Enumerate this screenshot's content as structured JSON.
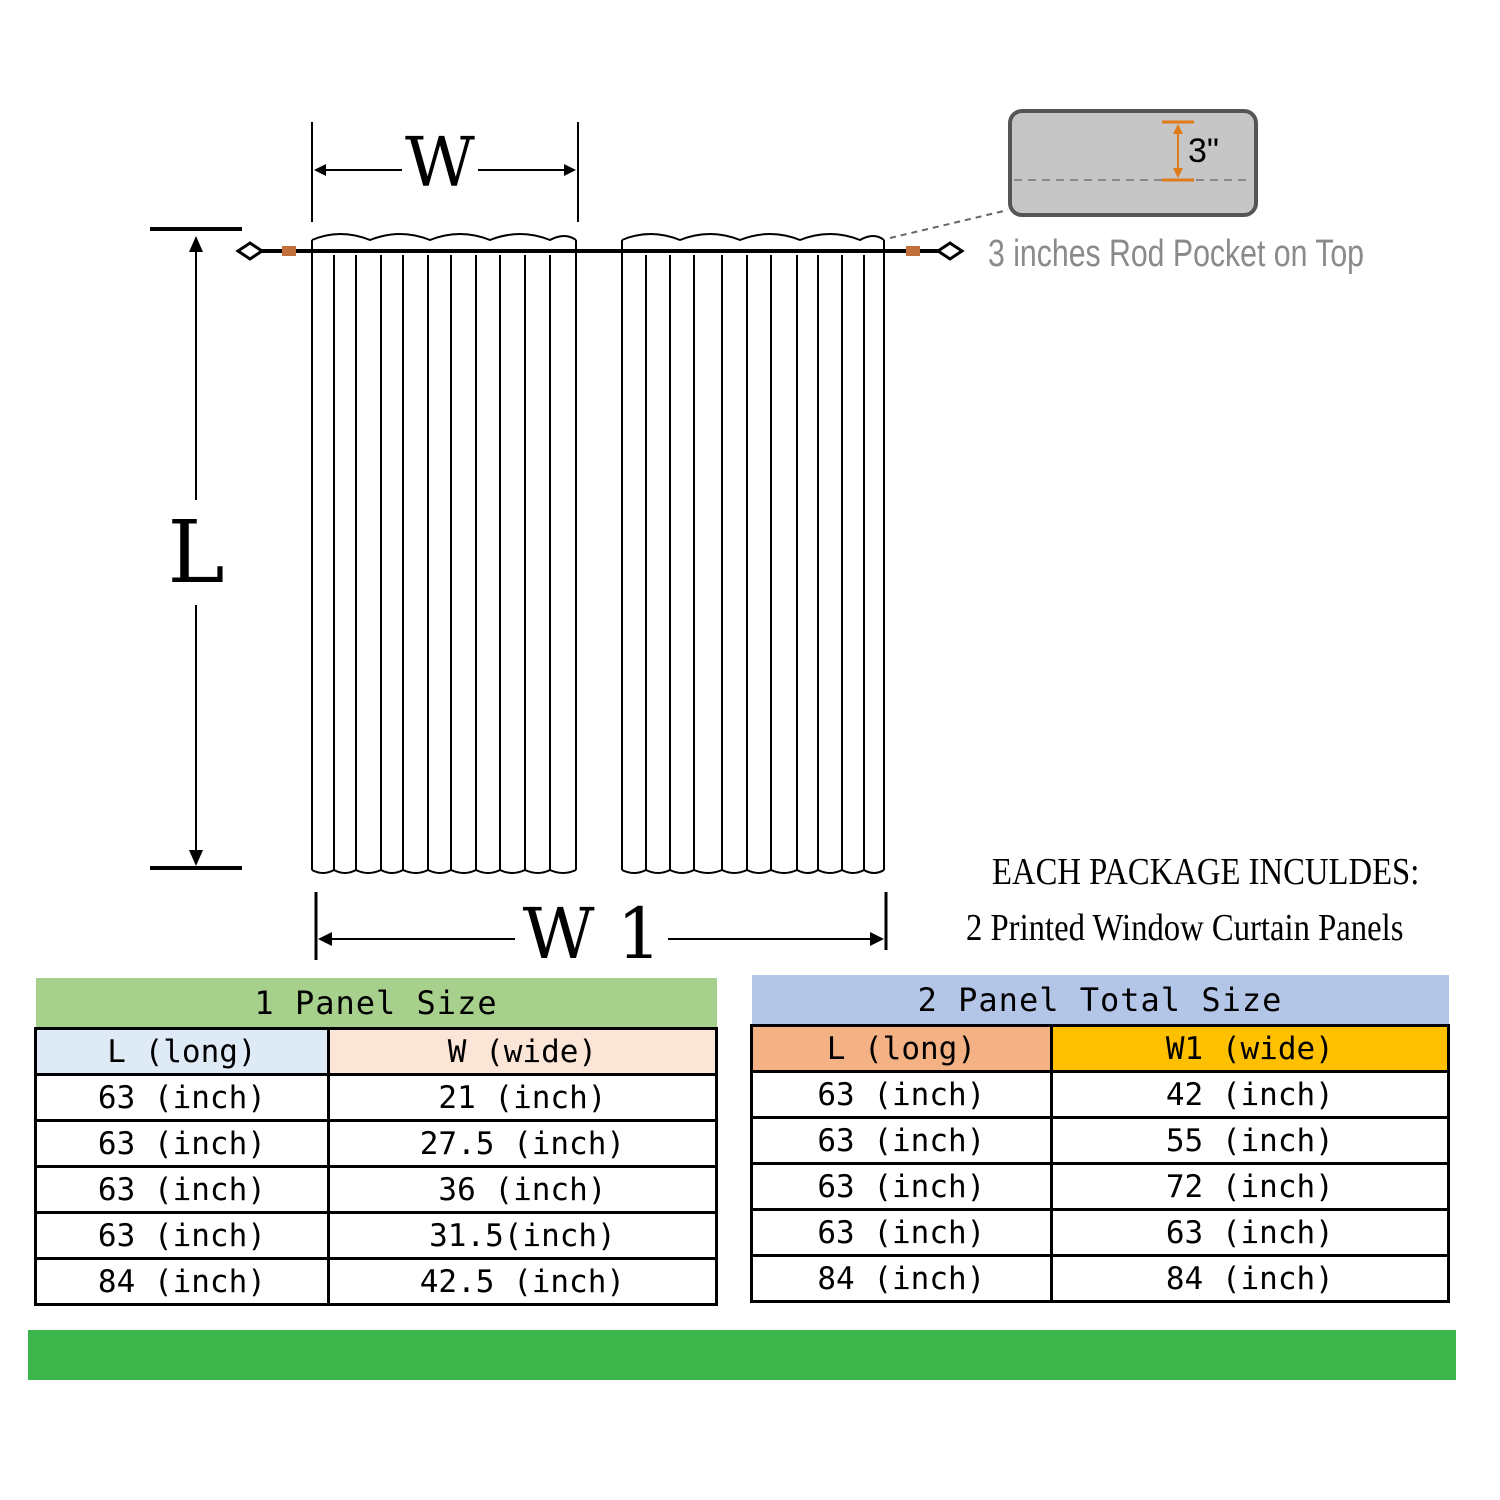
{
  "dimensions": {
    "w_label": "W",
    "l_label": "L",
    "w1_label": "W 1"
  },
  "rod_pocket": {
    "measure": "3\"",
    "caption": "3 inches Rod Pocket on Top"
  },
  "package": {
    "heading": "EACH PACKAGE INCULDES:",
    "contents": "2 Printed Window Curtain Panels"
  },
  "panel_table": {
    "title": "1 Panel Size",
    "header_l": "L (long)",
    "header_w": "W (wide)",
    "rows": [
      {
        "l": "63 (inch)",
        "w": "21 (inch)"
      },
      {
        "l": "63 (inch)",
        "w": "27.5 (inch)"
      },
      {
        "l": "63 (inch)",
        "w": "36 (inch)"
      },
      {
        "l": "63 (inch)",
        "w": "31.5(inch)"
      },
      {
        "l": "84 (inch)",
        "w": "42.5 (inch)"
      }
    ]
  },
  "total_table": {
    "title": "2 Panel Total Size",
    "header_l": "L (long)",
    "header_w": "W1 (wide)",
    "rows": [
      {
        "l": "63 (inch)",
        "w": "42 (inch)"
      },
      {
        "l": "63 (inch)",
        "w": "55 (inch)"
      },
      {
        "l": "63 (inch)",
        "w": "72 (inch)"
      },
      {
        "l": "63 (inch)",
        "w": "63 (inch)"
      },
      {
        "l": "84 (inch)",
        "w": "84 (inch)"
      }
    ]
  },
  "colors": {
    "panel_title": "#a8d08d",
    "panel_header_l": "#deebf7",
    "panel_header_w": "#fbe5d6",
    "total_title": "#b4c6e7",
    "total_header_l": "#f4b183",
    "total_header_w": "#ffc000",
    "bottom_bar": "#3cb54a",
    "pocket_arrow": "#e07b1a"
  }
}
